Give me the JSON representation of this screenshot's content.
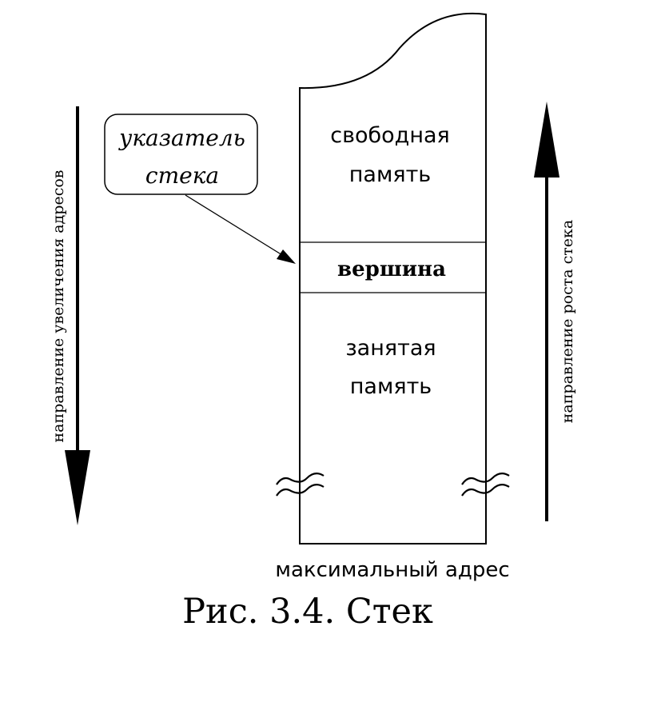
{
  "diagram": {
    "pointer_label_line1": "указатель",
    "pointer_label_line2": "стека",
    "free_memory_line1": "свободная",
    "free_memory_line2": "память",
    "top_label": "вершина",
    "used_memory_line1": "занятая",
    "used_memory_line2": "память",
    "max_address_label": "максимальный адрес",
    "left_arrow_label": "направление увеличения адресов",
    "right_arrow_label": "направление роста стека"
  },
  "caption": {
    "text": "Рис. 3.4. Стек"
  },
  "colors": {
    "stroke": "#000000",
    "background": "#ffffff"
  }
}
